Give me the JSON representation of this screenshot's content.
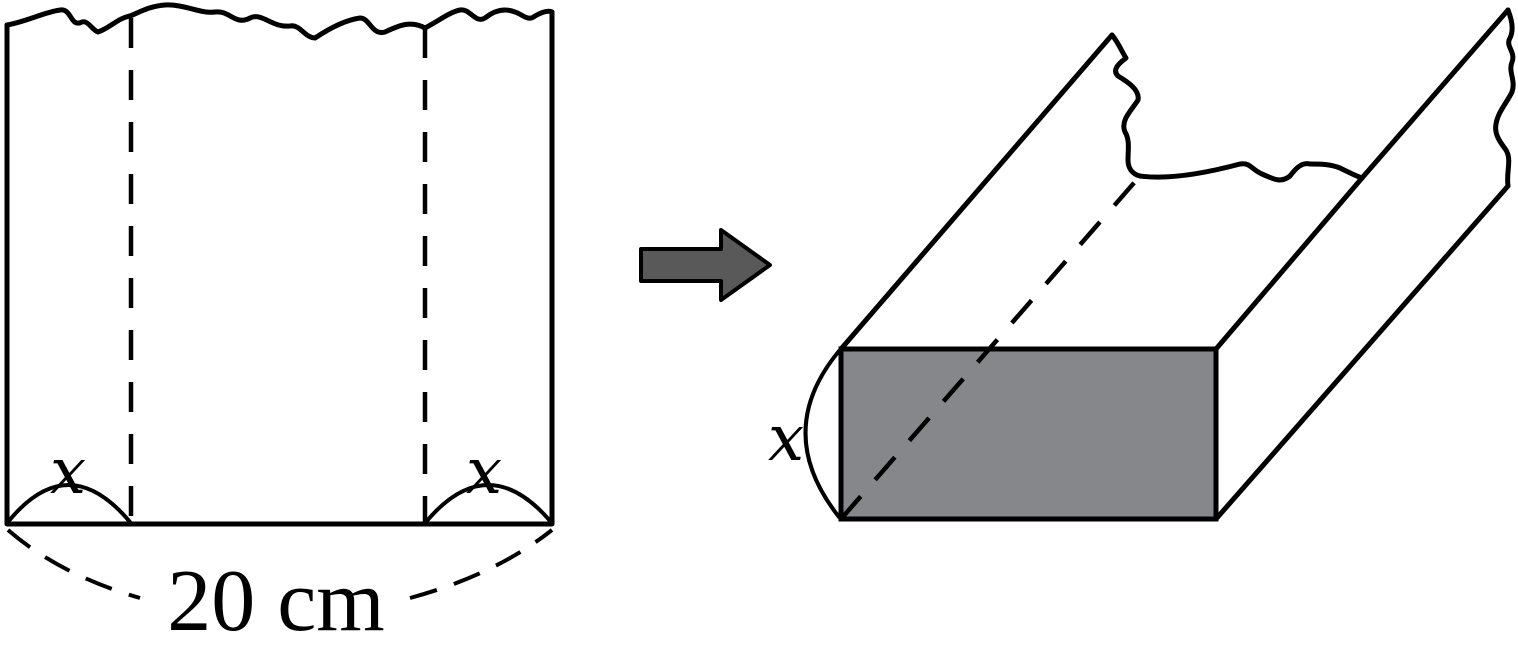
{
  "labels": {
    "flap_left": "x",
    "flap_right": "x",
    "width": "20 cm",
    "height": "x"
  },
  "colors": {
    "line": "#000000",
    "arrow_fill": "#595959",
    "cross_section_fill": "#86878b",
    "background": "#ffffff"
  }
}
